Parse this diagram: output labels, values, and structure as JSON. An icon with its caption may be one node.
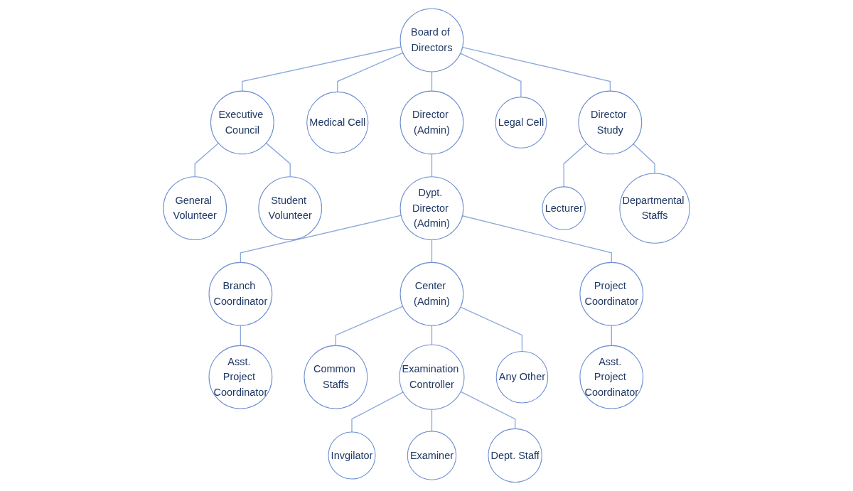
{
  "diagram": {
    "nodes": [
      {
        "text": [
          "Board of Directors"
        ]
      },
      {
        "text": [
          "Executive Council"
        ]
      },
      {
        "text": [
          "Medical Cell"
        ]
      },
      {
        "text": [
          "Director (Admin)"
        ]
      },
      {
        "text": [
          "Legal Cell"
        ]
      },
      {
        "text": [
          "Director Study"
        ]
      },
      {
        "text": [
          "General Volunteer"
        ]
      },
      {
        "text": [
          "Student Volunteer"
        ]
      },
      {
        "text": [
          "Dypt. Director (Admin)"
        ]
      },
      {
        "text": [
          "Lecturer"
        ]
      },
      {
        "text": [
          "Departmental Staffs"
        ]
      },
      {
        "text": [
          "Branch Coordinator"
        ]
      },
      {
        "text": [
          "Center (Admin)"
        ]
      },
      {
        "text": [
          "Project Coordinator"
        ]
      },
      {
        "text": [
          "Asst. Project Coordinator"
        ]
      },
      {
        "text": [
          "Common Staffs"
        ]
      },
      {
        "text": [
          "Examination Controller"
        ]
      },
      {
        "text": [
          "Any Other"
        ]
      },
      {
        "text": [
          "Asst. Project Coordinator"
        ]
      },
      {
        "text": [
          "Invgilator"
        ]
      },
      {
        "text": [
          "Examiner"
        ]
      },
      {
        "text": [
          "Dept. Staff"
        ]
      }
    ],
    "edges": [
      {
        "from": 0,
        "to": 1,
        "arrow": "none"
      },
      {
        "from": 0,
        "to": 2,
        "arrow": "none"
      },
      {
        "from": 0,
        "to": 3,
        "arrow": "none"
      },
      {
        "from": 0,
        "to": 4,
        "arrow": "none"
      },
      {
        "from": 0,
        "to": 5,
        "arrow": "none"
      },
      {
        "from": 1,
        "to": 6,
        "arrow": "none"
      },
      {
        "from": 1,
        "to": 7,
        "arrow": "none"
      },
      {
        "from": 3,
        "to": 8,
        "arrow": "none"
      },
      {
        "from": 5,
        "to": 9,
        "arrow": "none"
      },
      {
        "from": 5,
        "to": 10,
        "arrow": "none"
      },
      {
        "from": 8,
        "to": 11,
        "arrow": "none"
      },
      {
        "from": 8,
        "to": 12,
        "arrow": "none"
      },
      {
        "from": 8,
        "to": 13,
        "arrow": "none"
      },
      {
        "from": 11,
        "to": 14,
        "arrow": "none"
      },
      {
        "from": 12,
        "to": 15,
        "arrow": "none"
      },
      {
        "from": 12,
        "to": 16,
        "arrow": "none"
      },
      {
        "from": 12,
        "to": 17,
        "arrow": "none"
      },
      {
        "from": 13,
        "to": 18,
        "arrow": "none"
      },
      {
        "from": 16,
        "to": 19,
        "arrow": "none"
      },
      {
        "from": 16,
        "to": 20,
        "arrow": "none"
      },
      {
        "from": 16,
        "to": 21,
        "arrow": "none"
      }
    ]
  }
}
